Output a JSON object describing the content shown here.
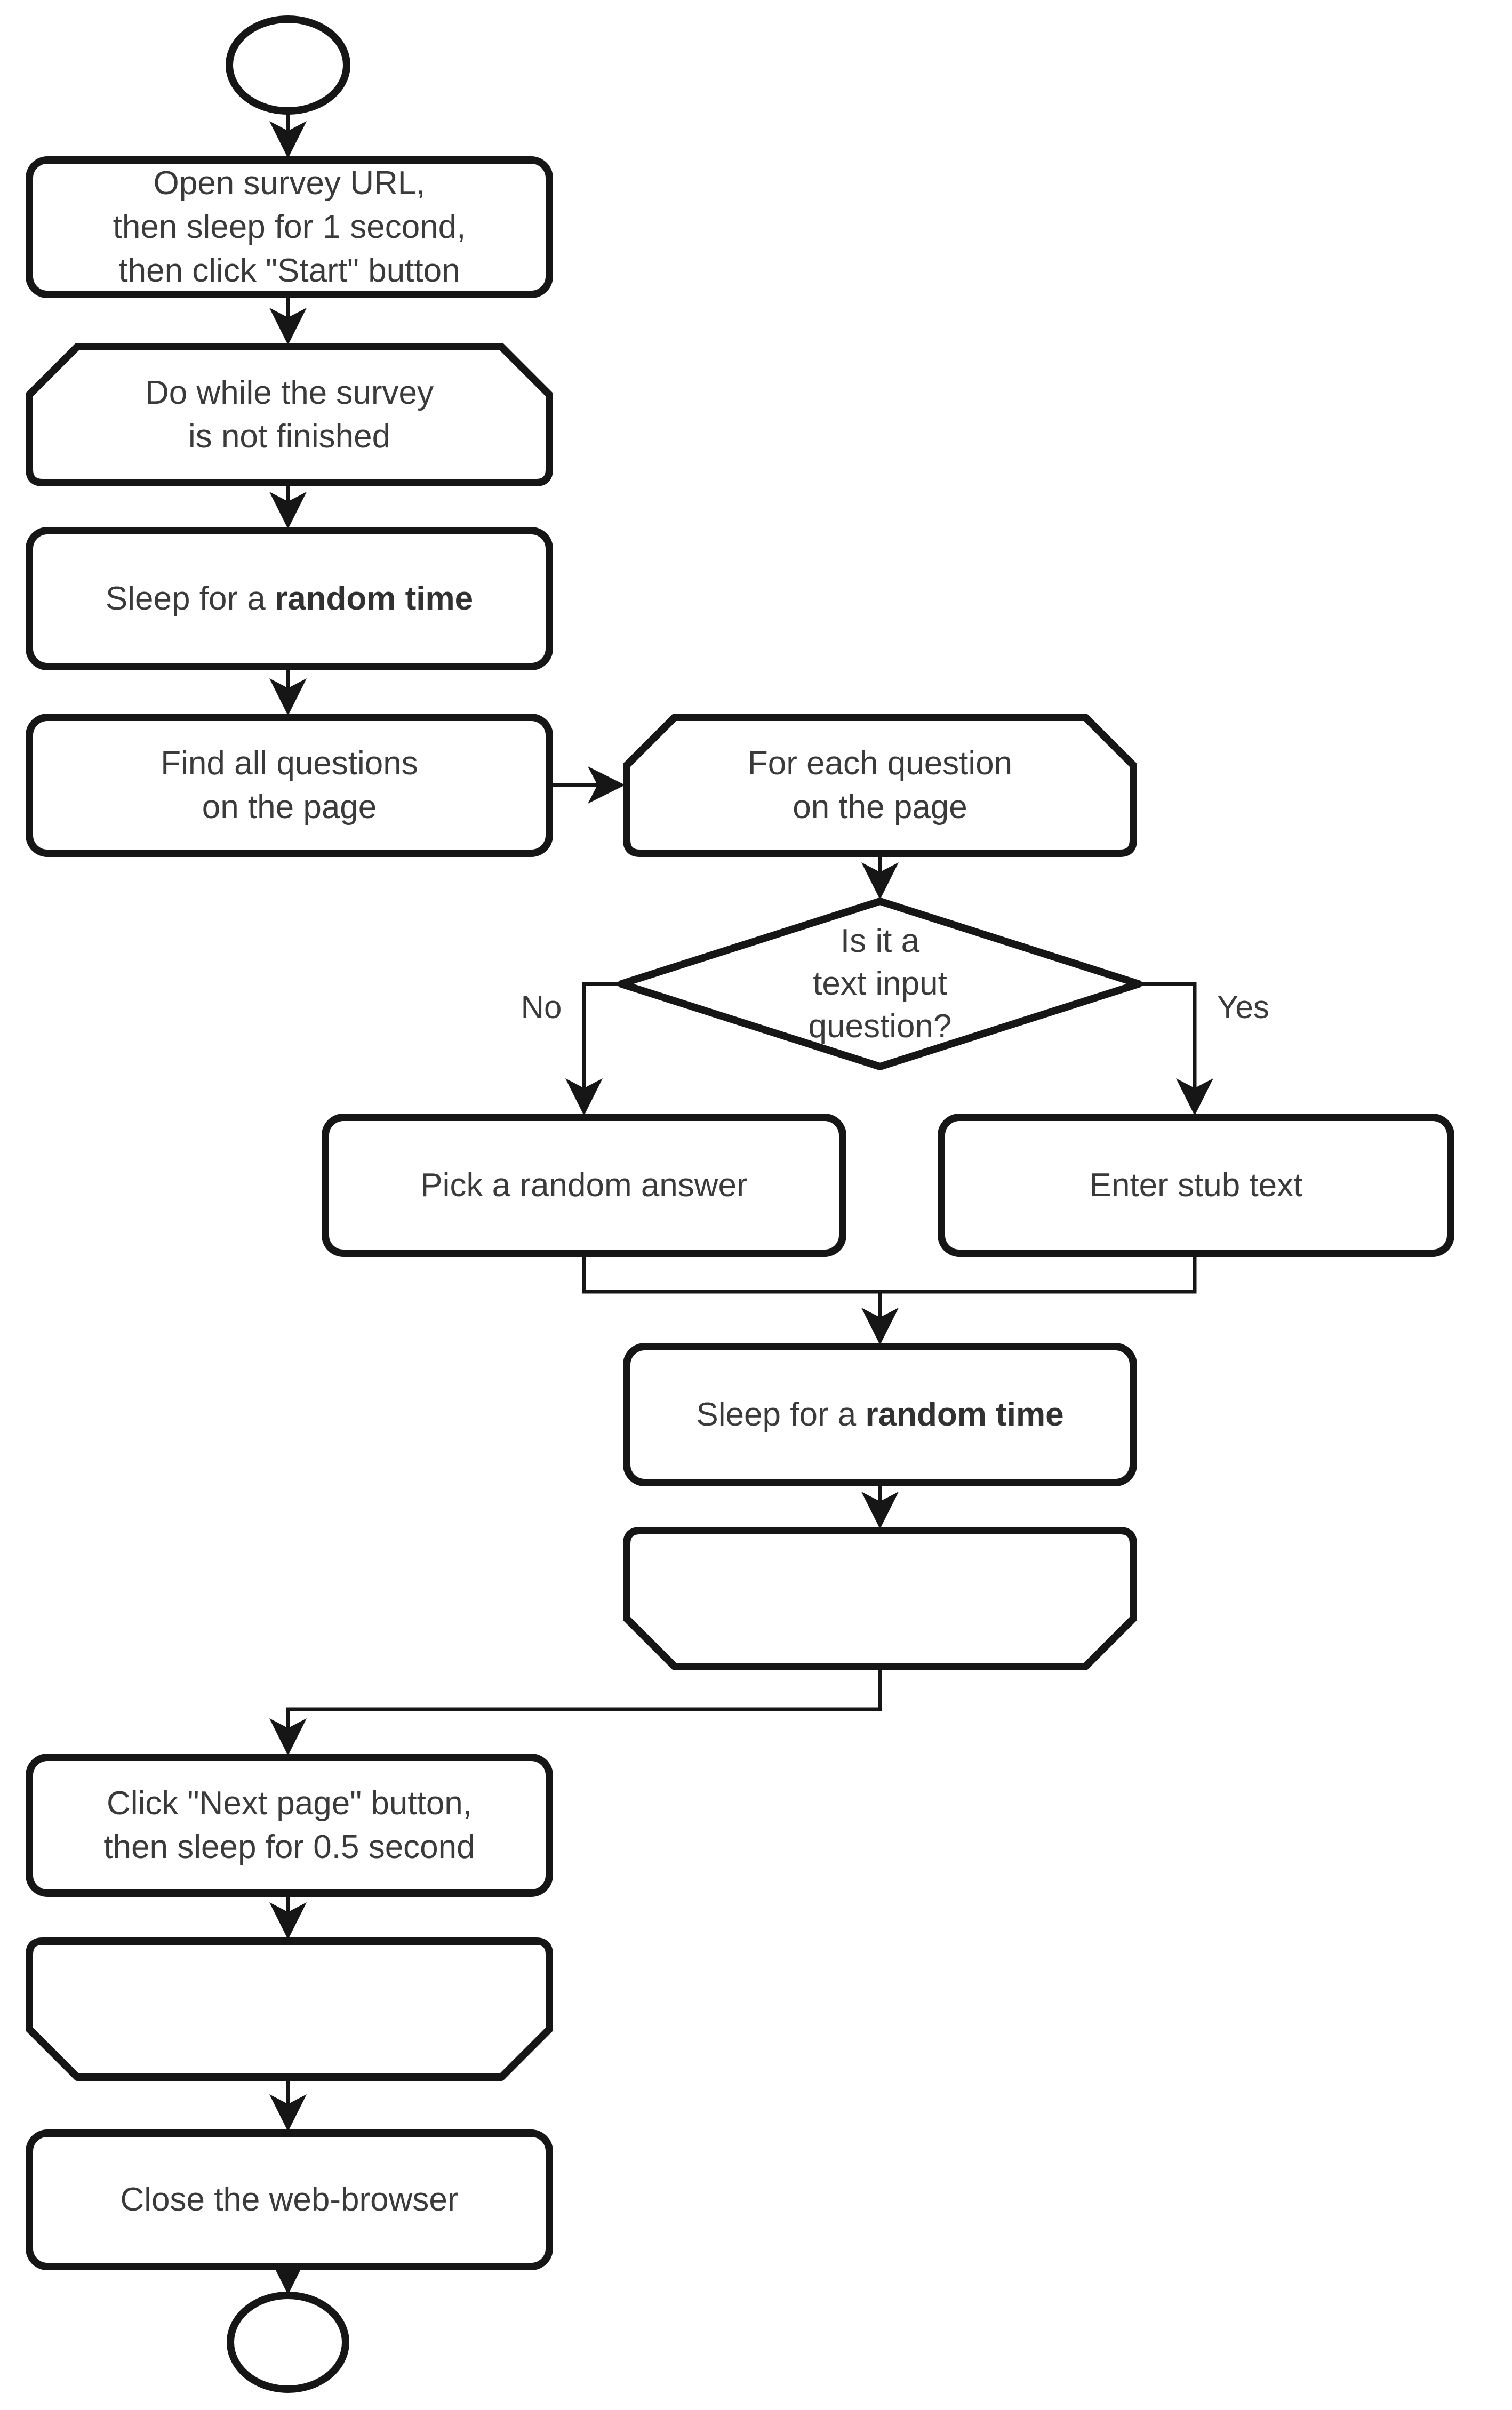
{
  "title": "Survey automation flowchart",
  "colors": {
    "stroke": "#161616",
    "text": "#3a3a3a",
    "background": "#ffffff"
  },
  "nodes": {
    "start": {
      "kind": "terminator"
    },
    "open_survey": {
      "kind": "process",
      "lines": [
        "Open survey URL,",
        "then sleep for 1 second,",
        "then click \"Start\" button"
      ]
    },
    "do_while": {
      "kind": "loop-start",
      "lines": [
        "Do while the survey",
        "is not finished"
      ]
    },
    "sleep_random_1": {
      "kind": "process",
      "prefix": "Sleep for a ",
      "bold": "random time"
    },
    "find_questions": {
      "kind": "process",
      "lines": [
        "Find all questions",
        "on the page"
      ]
    },
    "for_each_question": {
      "kind": "loop-start",
      "lines": [
        "For each question",
        "on the page"
      ]
    },
    "is_text_input": {
      "kind": "decision",
      "lines": [
        "Is it a",
        "text input",
        "question?"
      ]
    },
    "pick_random_answer": {
      "kind": "process",
      "label": "Pick a random answer"
    },
    "enter_stub_text": {
      "kind": "process",
      "label": "Enter stub text"
    },
    "sleep_random_2": {
      "kind": "process",
      "prefix": "Sleep for a ",
      "bold": "random time"
    },
    "loop_end_questions": {
      "kind": "loop-end"
    },
    "click_next_page": {
      "kind": "process",
      "lines": [
        "Click \"Next page\" button,",
        "then sleep for 0.5 second"
      ]
    },
    "loop_end_survey": {
      "kind": "loop-end"
    },
    "close_browser": {
      "kind": "process",
      "label": "Close the web-browser"
    },
    "end": {
      "kind": "terminator"
    }
  },
  "edges": {
    "no_label": "No",
    "yes_label": "Yes"
  }
}
